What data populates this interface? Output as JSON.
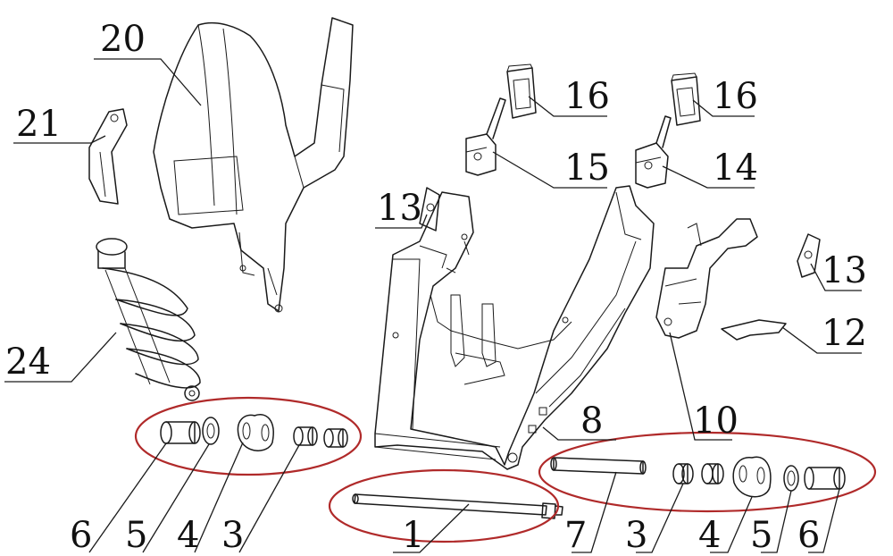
{
  "callouts": {
    "c20": "20",
    "c21": "21",
    "c24": "24",
    "c13a": "13",
    "c13b": "13",
    "c16a": "16",
    "c16b": "16",
    "c15": "15",
    "c14": "14",
    "c12": "12",
    "c10": "10",
    "c8": "8",
    "c1": "1",
    "c7": "7",
    "l6": "6",
    "l5": "5",
    "l4": "4",
    "l3": "3",
    "r3": "3",
    "r4": "4",
    "r5": "5",
    "r6": "6"
  },
  "colors": {
    "ink": "#1a1a1a",
    "highlight_ring": "#b02a2a",
    "background": "#ffffff"
  }
}
